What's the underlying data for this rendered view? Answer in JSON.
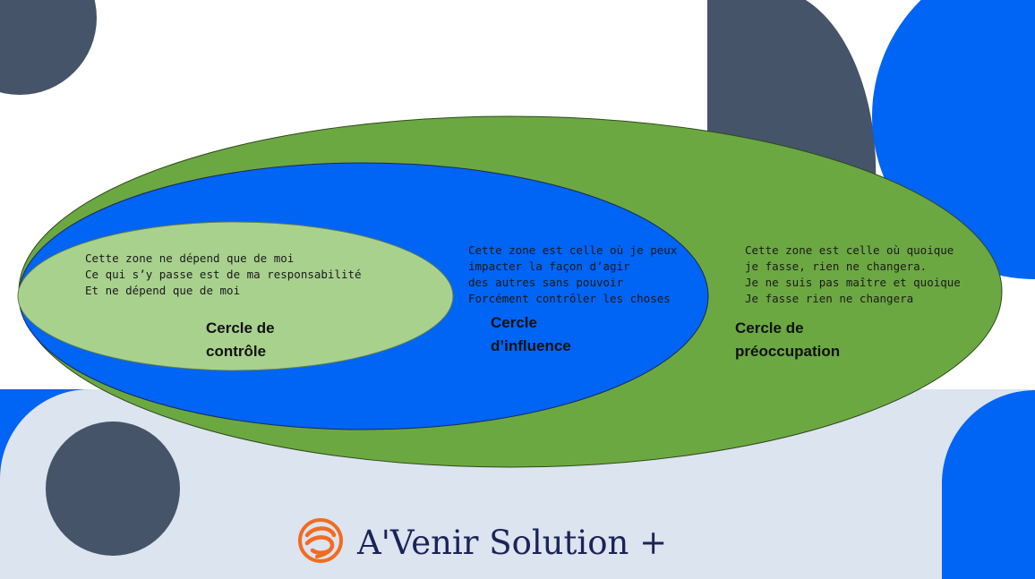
{
  "colors": {
    "background": "#ffffff",
    "slate": "#455468",
    "blue": "#0064f5",
    "light_band": "#dbe4ef",
    "green": "#6ca842",
    "light_green": "#a9d18e",
    "logo_orange": "#f26b21",
    "brand_text": "#1b2458"
  },
  "circles": {
    "control": {
      "title_line1": "Cercle de",
      "title_line2": "contrôle",
      "lines": [
        "Cette zone ne dépend que de moi",
        "Ce qui s’y passe est de ma responsabilité",
        "Et ne dépend que de moi"
      ]
    },
    "influence": {
      "title_line1": "Cercle",
      "title_line2": "d’influence",
      "lines": [
        "Cette zone est celle où je peux",
        "impacter la façon d’agir",
        "des autres sans pouvoir",
        "Forcément contrôler les choses"
      ]
    },
    "preoccupation": {
      "title_line1": "Cercle de",
      "title_line2": "préoccupation",
      "lines": [
        "Cette zone est celle où quoique",
        "je fasse, rien ne changera.",
        "Je ne suis pas maître et quoique",
        "Je fasse rien ne changera"
      ]
    }
  },
  "brand": {
    "name": "A'Venir Solution +",
    "logo_icon": "orange-swirl-logo-icon"
  }
}
